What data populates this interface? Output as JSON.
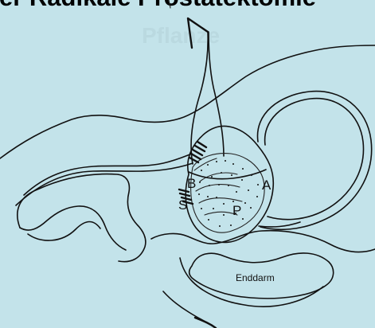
{
  "title": "er Radikale Prostatektomie",
  "faded_title": "Pflanze",
  "labels": {
    "b": "B",
    "s": "S",
    "a": "A",
    "p": "P",
    "enddarm": "Enddarm"
  },
  "colors": {
    "background": "#c3e3ea",
    "line": "#111111"
  },
  "icons": {
    "arrow": "upward-arrow-icon",
    "sphincter": "hatch-icon"
  }
}
